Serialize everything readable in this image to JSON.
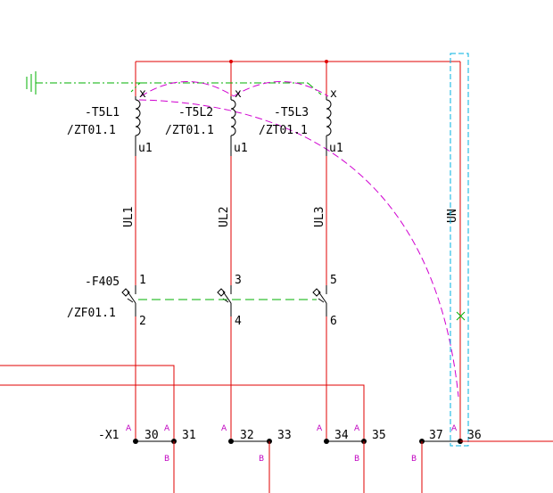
{
  "colors": {
    "wire": "#e00000",
    "pe_wire": "#00b000",
    "mech_link": "#00b000",
    "cross_ref": "#d000d0",
    "select_box": "#00b0e0",
    "symbol": "#000000"
  },
  "transformers": [
    {
      "tag": "-T5L1",
      "ref": "/ZT01.1",
      "top": "x",
      "bottom": "u1"
    },
    {
      "tag": "-T5L2",
      "ref": "/ZT01.1",
      "top": "x",
      "bottom": "u1"
    },
    {
      "tag": "-T5L3",
      "ref": "/ZT01.1",
      "top": "x",
      "bottom": "u1"
    }
  ],
  "wire_labels": [
    "UL1",
    "UL2",
    "UL3",
    "UN"
  ],
  "breaker": {
    "tag": "-F405",
    "ref": "/ZF01.1",
    "poles": [
      {
        "top": "1",
        "bottom": "2"
      },
      {
        "top": "3",
        "bottom": "4"
      },
      {
        "top": "5",
        "bottom": "6"
      }
    ]
  },
  "terminal_strip": {
    "tag": "-X1",
    "terminals": [
      "30",
      "31",
      "32",
      "33",
      "34",
      "35",
      "37",
      "36"
    ],
    "side_a": "A",
    "side_b": "B"
  }
}
